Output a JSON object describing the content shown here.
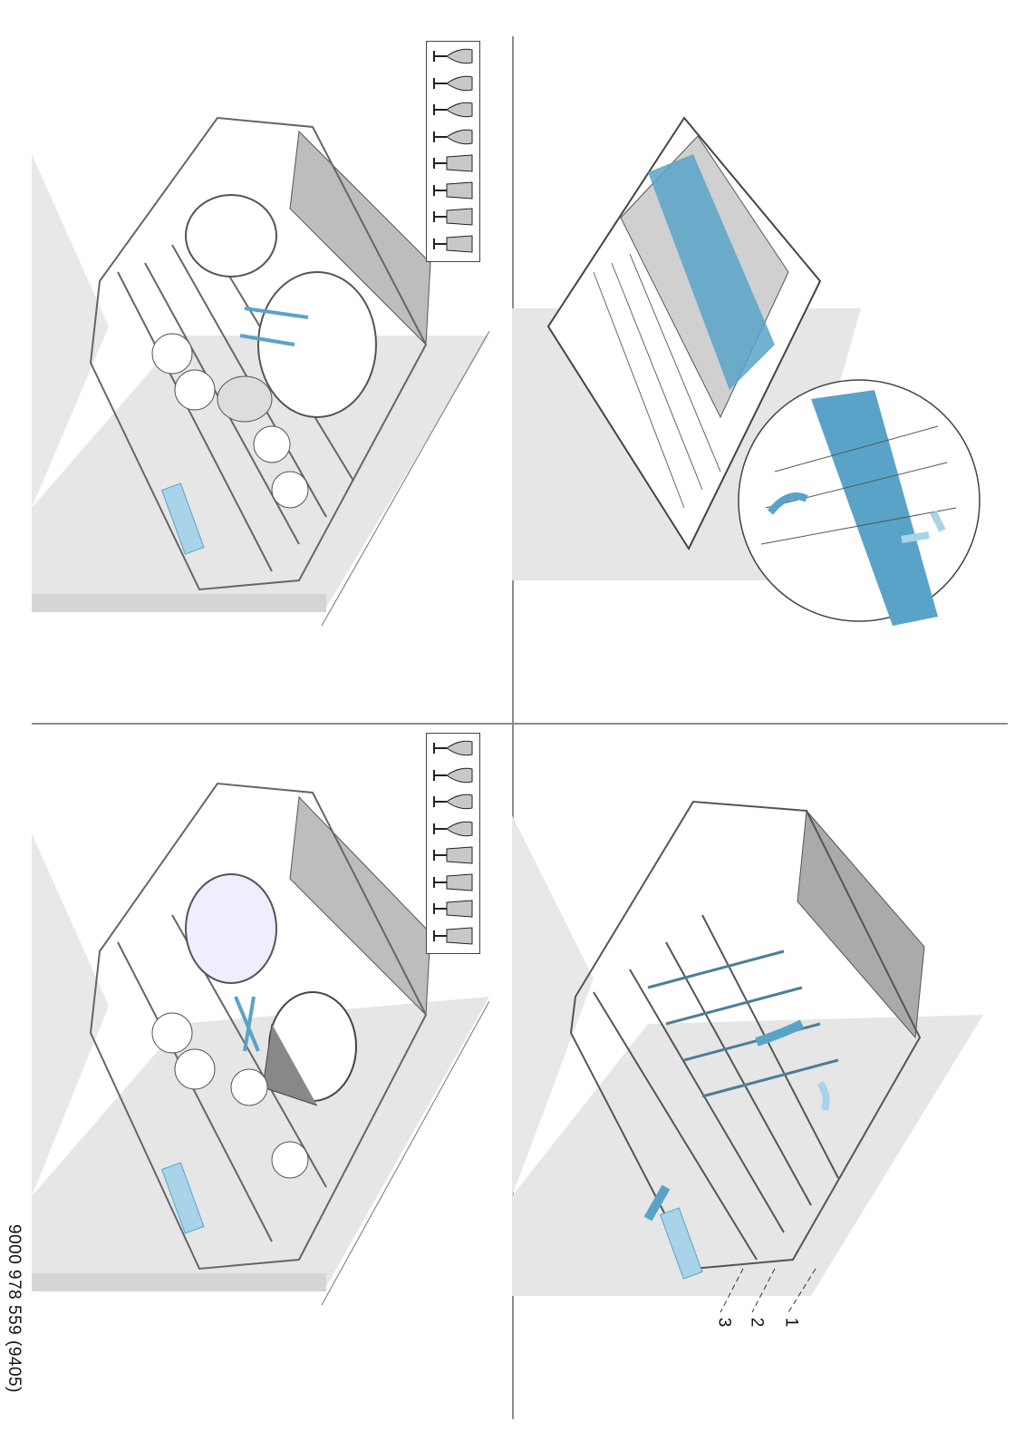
{
  "document_code": "9000 978 559 (9405)",
  "callouts": [
    "1",
    "2",
    "3"
  ],
  "glass_icon_panels": {
    "count_per_panel": 8,
    "icons": [
      "wine-glass",
      "wine-glass",
      "brandy-glass",
      "flute-glass",
      "tumbler",
      "tall-glass",
      "tall-glass",
      "stem-glass-more"
    ]
  },
  "colors": {
    "accent_blue": "#5aa3c8",
    "light_blue": "#a9d3e8",
    "floor_gray": "#e6e6e6",
    "panel_gray": "#c8c8c8",
    "divider": "#8a8a8a"
  }
}
